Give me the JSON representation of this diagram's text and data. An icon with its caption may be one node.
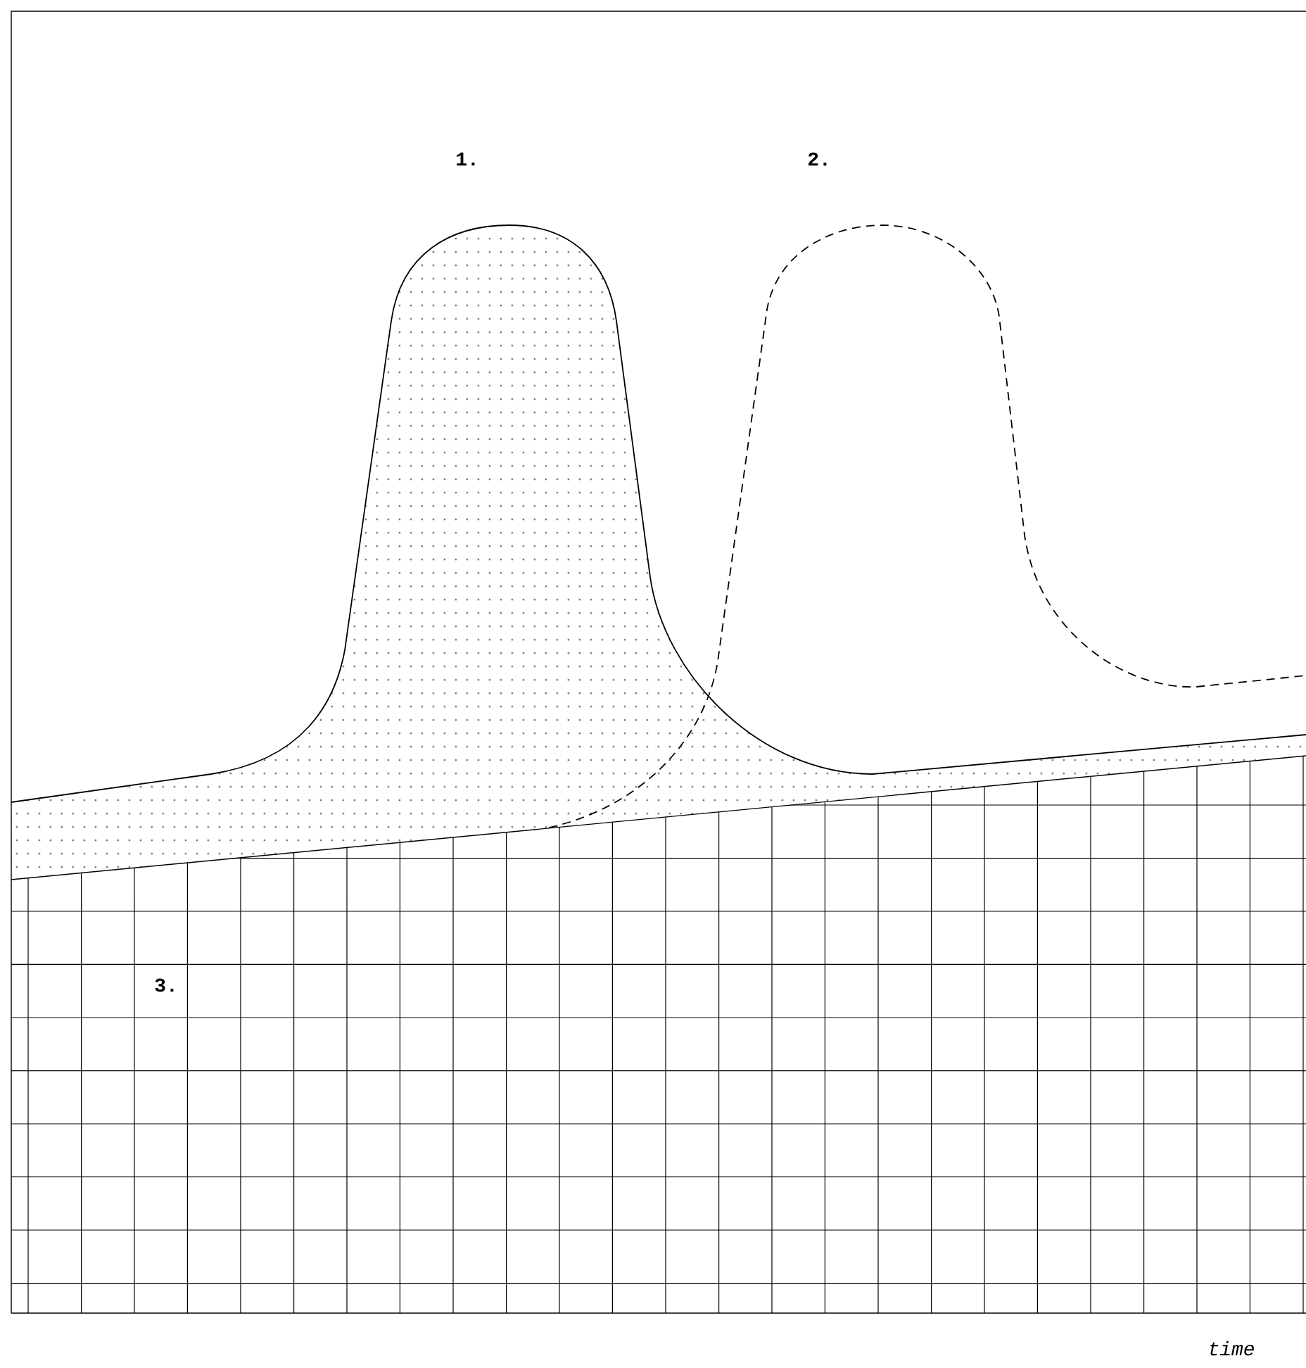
{
  "diagram": {
    "labels": [
      "1.",
      "2.",
      "3.",
      "time"
    ]
  }
}
